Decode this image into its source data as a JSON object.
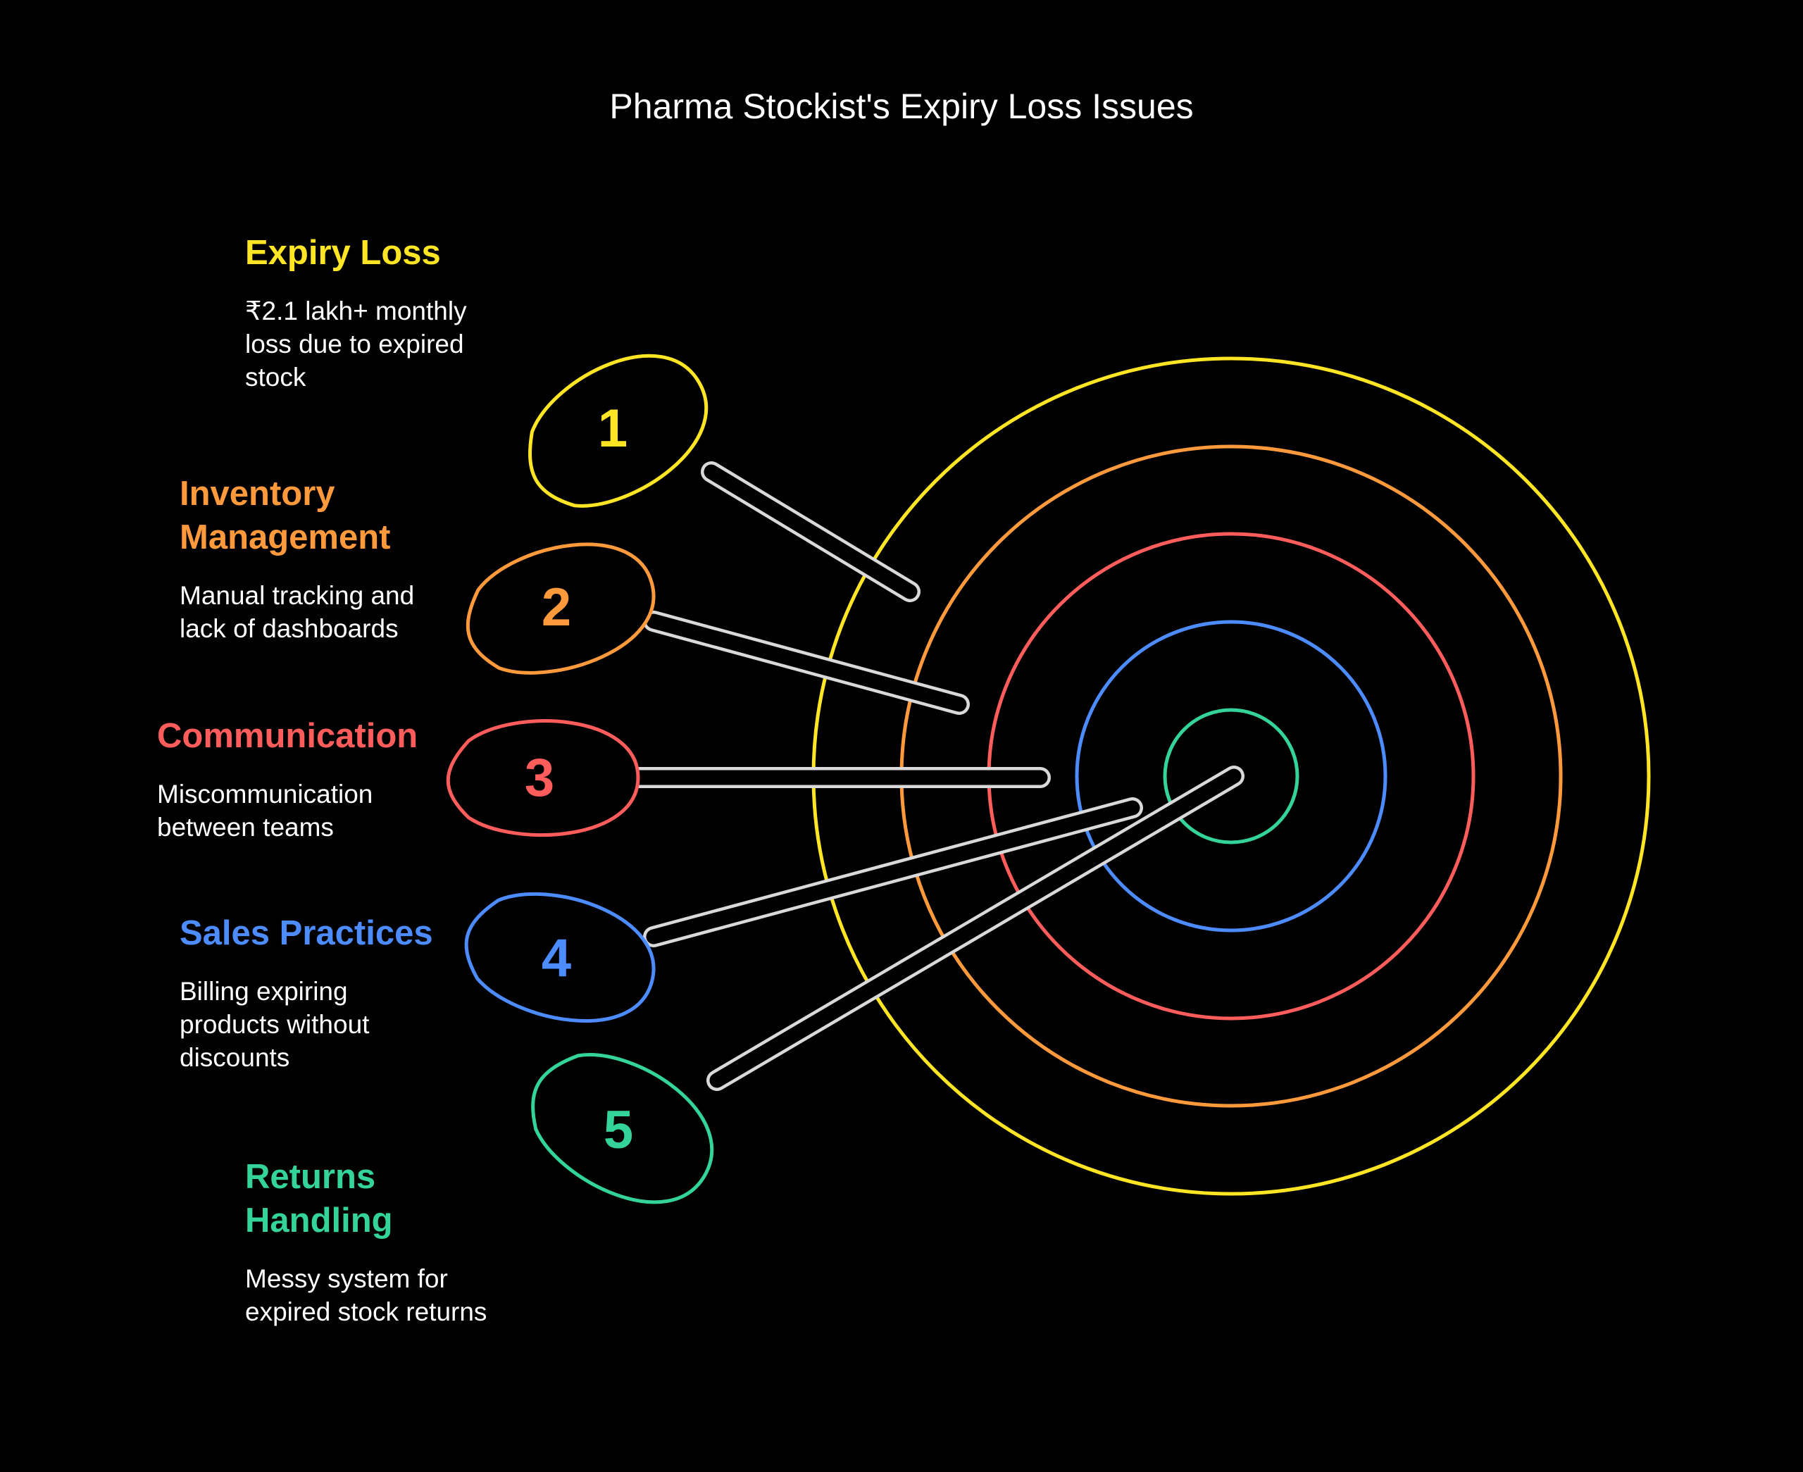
{
  "title": "Pharma Stockist's Expiry Loss Issues",
  "colors": {
    "background": "#000000",
    "yellow": "#FFE524",
    "orange": "#FF9A3C",
    "red": "#FF5C5C",
    "blue": "#4D8CFF",
    "green": "#34D399",
    "dart_shaft": "#D9D9D9"
  },
  "target_rings": [
    {
      "color": "#FFE524"
    },
    {
      "color": "#FF9A3C"
    },
    {
      "color": "#FF5C5C"
    },
    {
      "color": "#4D8CFF"
    },
    {
      "color": "#34D399"
    }
  ],
  "items": [
    {
      "number": "1",
      "heading": "Expiry Loss",
      "description": "₹2.1 lakh+ monthly loss due to expired stock",
      "color": "#FFE524"
    },
    {
      "number": "2",
      "heading": "Inventory Management",
      "description": "Manual tracking and lack of dashboards",
      "color": "#FF9A3C"
    },
    {
      "number": "3",
      "heading": "Communication",
      "description": "Miscommunication between teams",
      "color": "#FF5C5C"
    },
    {
      "number": "4",
      "heading": "Sales Practices",
      "description": "Billing expiring products without discounts",
      "color": "#4D8CFF"
    },
    {
      "number": "5",
      "heading": "Returns Handling",
      "description": "Messy system for expired stock returns",
      "color": "#34D399"
    }
  ]
}
